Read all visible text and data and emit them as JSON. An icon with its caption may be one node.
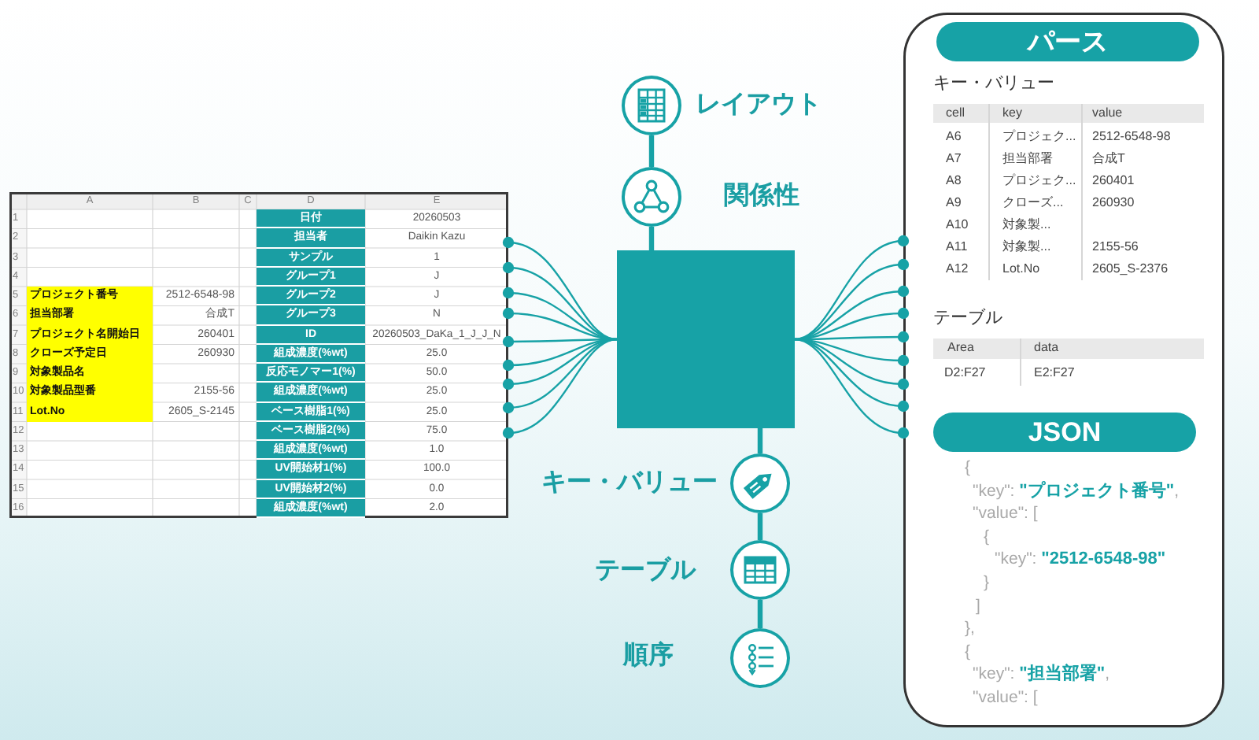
{
  "diagram": {
    "nodes": [
      {
        "text": [],
        "shape": "box"
      },
      {
        "text": [],
        "shape": "circle",
        "beside": [
          "レイアウト"
        ]
      },
      {
        "text": [],
        "shape": "circle",
        "beside": [
          "関係性"
        ]
      },
      {
        "text": [],
        "shape": "box"
      },
      {
        "text": [],
        "shape": "circle",
        "beside": [
          "キー・バリュー"
        ]
      },
      {
        "text": [],
        "shape": "circle",
        "beside": [
          "テーブル"
        ]
      },
      {
        "text": [],
        "shape": "circle",
        "beside": [
          "順序"
        ]
      },
      {
        "text": [],
        "shape": "box"
      },
      {
        "text": [
          "パース"
        ],
        "in": 7
      },
      {
        "text": [
          "JSON"
        ],
        "in": 7
      }
    ],
    "edges": [
      {
        "from": 3,
        "to": 0,
        "arrow": "other"
      },
      {
        "from": 3,
        "to": 0,
        "arrow": "other"
      },
      {
        "from": 3,
        "to": 0,
        "arrow": "other"
      },
      {
        "from": 3,
        "to": 0,
        "arrow": "other"
      },
      {
        "from": 3,
        "to": 0,
        "arrow": "other"
      },
      {
        "from": 3,
        "to": 0,
        "arrow": "other"
      },
      {
        "from": 3,
        "to": 0,
        "arrow": "other"
      },
      {
        "from": 3,
        "to": 0,
        "arrow": "other"
      },
      {
        "from": 3,
        "to": 0,
        "arrow": "other"
      },
      {
        "from": 3,
        "to": 7,
        "arrow": "other"
      },
      {
        "from": 3,
        "to": 7,
        "arrow": "other"
      },
      {
        "from": 3,
        "to": 7,
        "arrow": "other"
      },
      {
        "from": 3,
        "to": 7,
        "arrow": "other"
      },
      {
        "from": 3,
        "to": 7,
        "arrow": "other"
      },
      {
        "from": 3,
        "to": 7,
        "arrow": "other"
      },
      {
        "from": 3,
        "to": 7,
        "arrow": "other"
      },
      {
        "from": 3,
        "to": 7,
        "arrow": "other"
      },
      {
        "from": 3,
        "to": 7,
        "arrow": "other"
      },
      {
        "from": 1,
        "to": 2,
        "arrow": "none",
        "style": "thick"
      },
      {
        "from": 2,
        "to": 3,
        "arrow": "none",
        "style": "thick"
      },
      {
        "from": 3,
        "to": 4,
        "arrow": "none",
        "style": "thick"
      },
      {
        "from": 4,
        "to": 5,
        "arrow": "none",
        "style": "thick"
      },
      {
        "from": 5,
        "to": 6,
        "arrow": "none",
        "style": "thick"
      }
    ],
    "labels": [
      "A",
      "B",
      "C",
      "D",
      "E",
      "1",
      "日付",
      "20260503",
      "2",
      "担当者",
      "Daikin Kazu",
      "3",
      "サンプル",
      "1",
      "4",
      "グループ1",
      "J",
      "5",
      "プロジェクト番号",
      "2512-6548-98",
      "グループ2",
      "J",
      "6",
      "担当部署",
      "合成T",
      "グループ3",
      "N",
      "7",
      "プロジェクト名開始日",
      "260401",
      "ID",
      "20260503_DaKa_1_J_J_N",
      "8",
      "クローズ予定日",
      "260930",
      "組成濃度(%wt)",
      "25.0",
      "9",
      "対象製品名",
      "反応モノマー1(%)",
      "50.0",
      "10",
      "対象製品型番",
      "2155-56",
      "組成濃度(%wt)",
      "25.0",
      "11",
      "Lot.No",
      "2605_S-2145",
      "ベース樹脂1(%)",
      "25.0",
      "12",
      "ベース樹脂2(%)",
      "75.0",
      "13",
      "組成濃度(%wt)",
      "1.0",
      "14",
      "UV開始材1(%)",
      "100.0",
      "15",
      "UV開始材2(%)",
      "0.0",
      "16",
      "組成濃度(%wt)",
      "2.0",
      "キー・バリュー",
      "cell",
      "key",
      "value",
      "A6",
      "プロジェク...",
      "2512-6548-98",
      "A7",
      "担当部署",
      "合成T",
      "A8",
      "プロジェク...",
      "260401",
      "A9",
      "クローズ...",
      "260930",
      "A10",
      "対象製...",
      "A11",
      "対象製...",
      "2155-56",
      "A12",
      "Lot.No",
      "2605_S-2376",
      "テーブル",
      "Area",
      "data",
      "D2:F27",
      "E2:F27",
      "{",
      "\"key\": **\"プロジェクト番号\"**,",
      "\"value\": [",
      "{",
      "\"key\": **\"2512-6548-98\"**",
      "}",
      "]",
      "},",
      "{",
      "\"key\": **\"担当部署\"**,",
      "\"value\": ["
    ]
  }
}
